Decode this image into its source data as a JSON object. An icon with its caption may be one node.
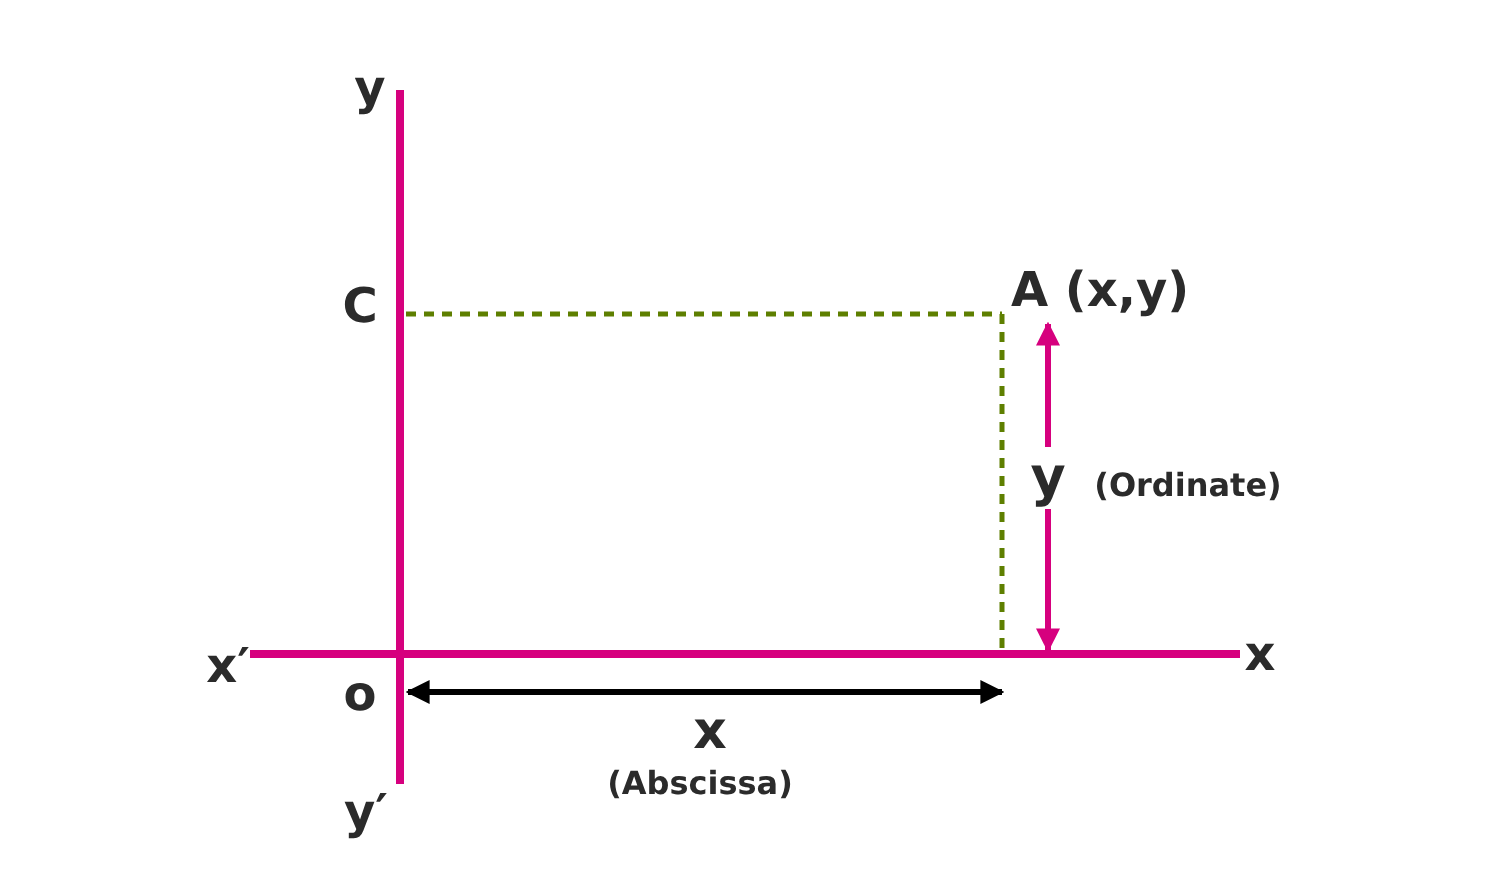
{
  "diagram": {
    "labels": [
      "y",
      "C",
      "A (x,y)",
      "y",
      "(Ordinate)",
      "x′",
      "x",
      "o",
      "x",
      "(Abscissa)",
      "y′"
    ]
  }
}
